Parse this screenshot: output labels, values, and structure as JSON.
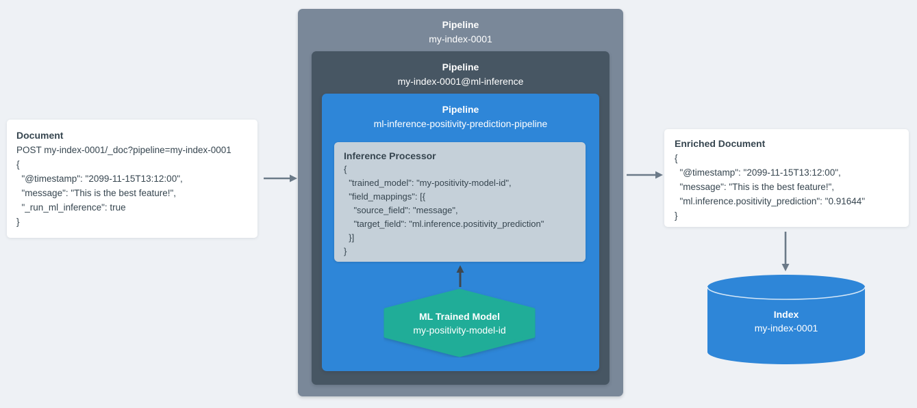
{
  "document": {
    "title": "Document",
    "code": "POST my-index-0001/_doc?pipeline=my-index-0001\n{\n  \"@timestamp\": \"2099-11-15T13:12:00\",\n  \"message\": \"This is the best feature!\",\n  \"_run_ml_inference\": true\n}"
  },
  "pipeline_outer": {
    "label": "Pipeline",
    "name": "my-index-0001"
  },
  "pipeline_ml": {
    "label": "Pipeline",
    "name": "my-index-0001@ml-inference"
  },
  "pipeline_inference": {
    "label": "Pipeline",
    "name": "ml-inference-positivity-prediction-pipeline"
  },
  "inference_processor": {
    "title": "Inference Processor",
    "code": "{\n  \"trained_model\": \"my-positivity-model-id\",\n  \"field_mappings\": [{\n    \"source_field\": \"message\",\n    \"target_field\": \"ml.inference.positivity_prediction\"\n  }]\n}"
  },
  "ml_model": {
    "title": "ML Trained Model",
    "name": "my-positivity-model-id"
  },
  "enriched_document": {
    "title": "Enriched Document",
    "code": "{\n  \"@timestamp\": \"2099-11-15T13:12:00\",\n  \"message\": \"This is the best feature!\",\n  \"ml.inference.positivity_prediction\": \"0.91644\"\n}"
  },
  "index": {
    "title": "Index",
    "name": "my-index-0001"
  },
  "colors": {
    "background": "#eef1f5",
    "pipeline_outer": "#7a8899",
    "pipeline_mid": "#475663",
    "pipeline_inner_blue": "#2e86d8",
    "processor_gray": "#c5d0d9",
    "model_green": "#20ad98",
    "index_blue": "#2e86d8",
    "arrow_slate": "#6b7a88",
    "arrow_dark": "#3f474e",
    "text_dark": "#36454f",
    "text_white": "#ffffff"
  }
}
